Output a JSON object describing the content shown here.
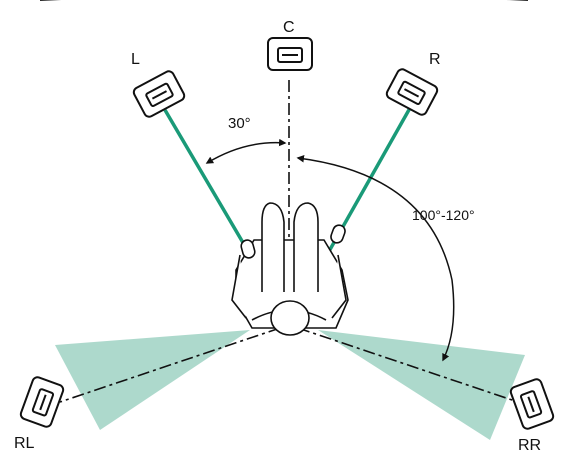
{
  "diagram": {
    "speakers": [
      {
        "id": "C",
        "label": "C"
      },
      {
        "id": "L",
        "label": "L"
      },
      {
        "id": "R",
        "label": "R"
      },
      {
        "id": "RL",
        "label": "RL"
      },
      {
        "id": "RR",
        "label": "RR"
      }
    ],
    "angles": {
      "front": "30°",
      "surround": "100°-120°"
    },
    "colors": {
      "beam": "#1a9a78",
      "cone": "#9fd2c3",
      "outline": "#111111"
    }
  }
}
